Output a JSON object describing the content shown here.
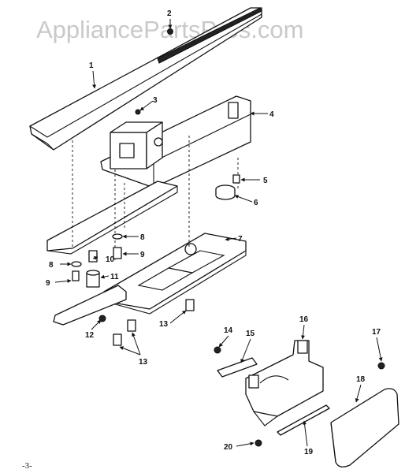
{
  "watermark": "AppliancePartsPros.com",
  "page_number": "-3-",
  "callouts": [
    "1",
    "2",
    "3",
    "4",
    "5",
    "6",
    "7",
    "8",
    "8",
    "9",
    "9",
    "10",
    "11",
    "12",
    "13",
    "13",
    "14",
    "15",
    "16",
    "17",
    "18",
    "19",
    "20"
  ]
}
